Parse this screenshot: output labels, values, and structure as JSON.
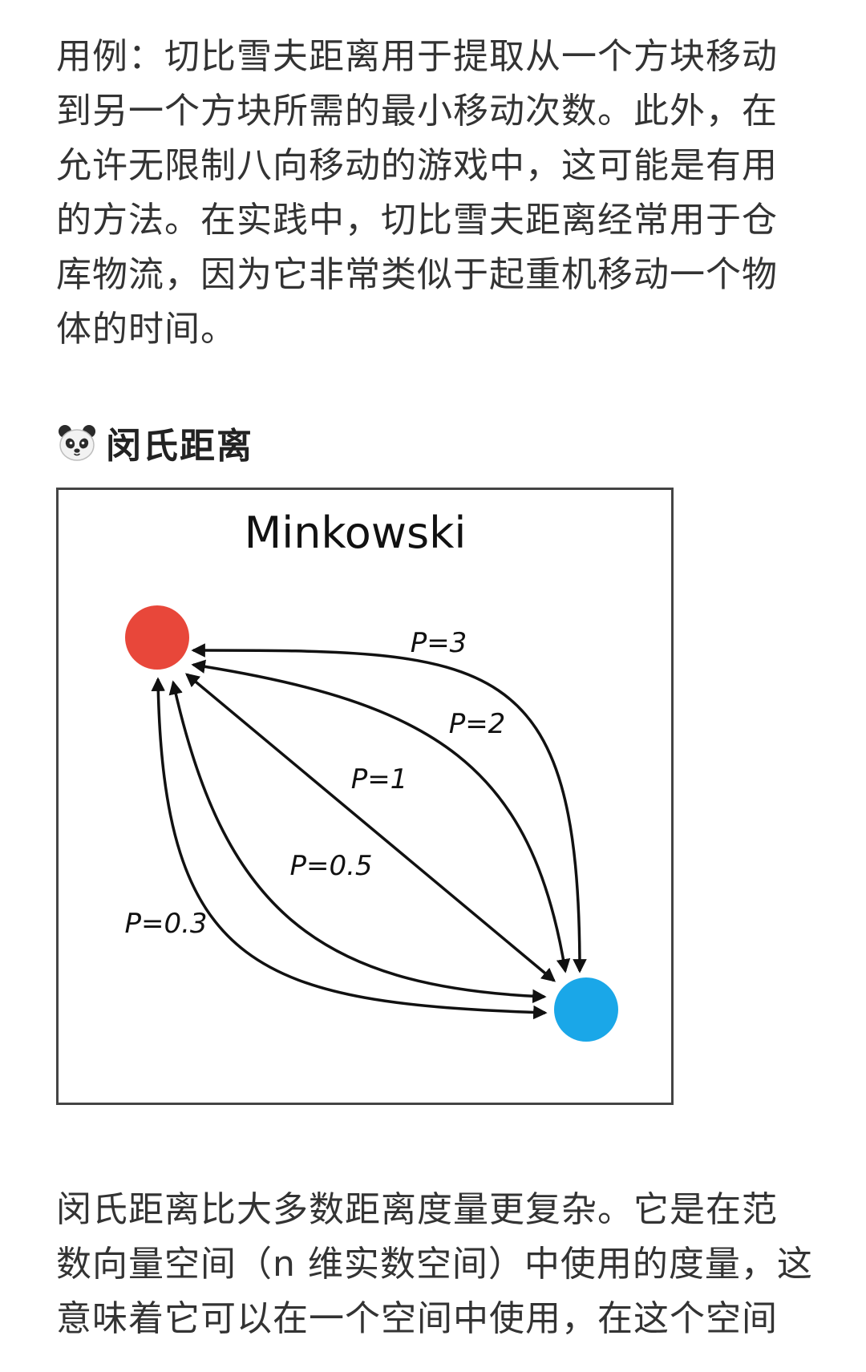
{
  "intro_lines": [
    "用例：切比雪夫距离用于提取从一个方块移动",
    "到另一个方块所需的最小移动次数。此外，在",
    "允许无限制八向移动的游戏中，这可能是有用",
    "的方法。在实践中，切比雪夫距离经常用于仓",
    "库物流，因为它非常类似于起重机移动一个物",
    "体的时间。"
  ],
  "section": {
    "emoji": "panda-face-icon",
    "title": "闵氏距离"
  },
  "figure": {
    "title": "Minkowski",
    "curves": [
      {
        "label": "P=3"
      },
      {
        "label": "P=2"
      },
      {
        "label": "P=1"
      },
      {
        "label": "P=0.5"
      },
      {
        "label": "P=0.3"
      }
    ],
    "colors": {
      "start_point": "#e8473a",
      "end_point": "#1aa7e8",
      "arrows": "#111111",
      "border": "#444444"
    }
  },
  "outro_lines": [
    "闵氏距离比大多数距离度量更复杂。它是在范",
    "数向量空间（n 维实数空间）中使用的度量，这",
    "意味着它可以在一个空间中使用，在这个空间"
  ]
}
